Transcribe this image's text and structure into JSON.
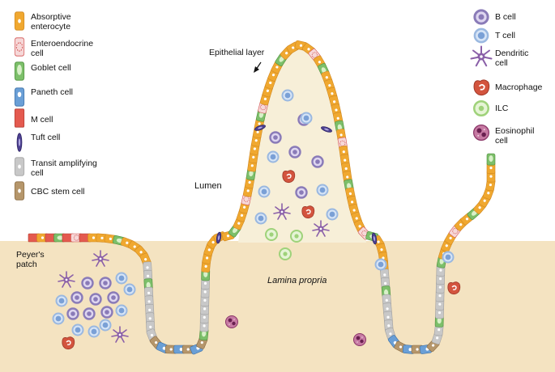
{
  "legend_left": [
    {
      "icon": "absorptive-enterocyte-icon",
      "label": "Absorptive enterocyte"
    },
    {
      "icon": "enteroendocrine-cell-icon",
      "label": "Enteroendocrine cell"
    },
    {
      "icon": "goblet-cell-icon",
      "label": "Goblet cell"
    },
    {
      "icon": "paneth-cell-icon",
      "label": "Paneth cell"
    },
    {
      "icon": "m-cell-icon",
      "label": "M cell"
    },
    {
      "icon": "tuft-cell-icon",
      "label": "Tuft cell"
    },
    {
      "icon": "transit-amplifying-cell-icon",
      "label": "Transit amplifying cell"
    },
    {
      "icon": "cbc-stem-cell-icon",
      "label": "CBC stem cell"
    }
  ],
  "legend_right": [
    {
      "icon": "b-cell-icon",
      "label": "B cell"
    },
    {
      "icon": "t-cell-icon",
      "label": "T cell"
    },
    {
      "icon": "dendritic-cell-icon",
      "label": "Dendritic cell"
    },
    {
      "icon": "macrophage-icon",
      "label": "Macrophage"
    },
    {
      "icon": "ilc-icon",
      "label": "ILC"
    },
    {
      "icon": "eosinophil-icon",
      "label": "Eosinophil cell"
    }
  ],
  "labels": {
    "epithelial_layer": "Epithelial layer",
    "lumen": "Lumen",
    "lamina_propria": "Lamina propria",
    "peyers_patch": "Peyer's patch"
  },
  "colors": {
    "lamina": "#f4e3c1",
    "villus_core": "#f7efd8",
    "enterocyte": "#f0a830",
    "transit": "#c8c8c8",
    "stem": "#b5966b",
    "m_cell": "#e45a4f",
    "goblet": "#7cbf6a",
    "paneth": "#6a9fd6",
    "b_cell": "#8a7bb8",
    "t_cell": "#9ab8e0",
    "dendritic": "#8a5fa8",
    "macrophage": "#d3543e",
    "ilc": "#9fd27a",
    "eosinophil": "#a3457a",
    "tuft": "#4b3f8f"
  }
}
